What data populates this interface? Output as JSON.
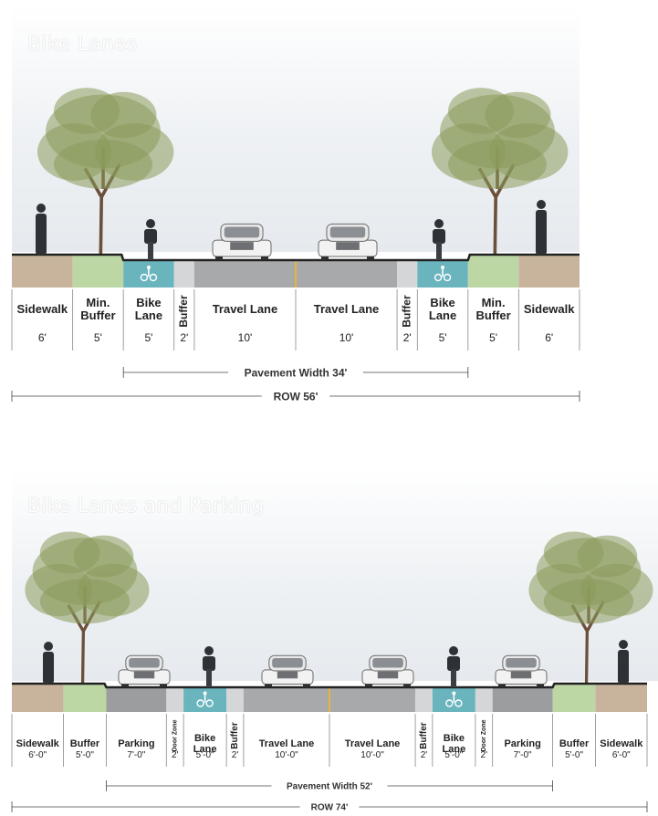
{
  "colors": {
    "sidewalk": "#c8b49c",
    "buffer": "#bcd7a4",
    "bike": "#6ab4bd",
    "stripe": "#d4d6d8",
    "travel": "#a8a9ab",
    "parking": "#9c9d9f",
    "curb_line": "#222222",
    "center_line": "#e9b43a"
  },
  "diagrams": [
    {
      "title": "Bike Lanes",
      "segments": [
        {
          "type": "sidewalk",
          "label": [
            "Sidewalk"
          ],
          "dim": "6'",
          "w": 6
        },
        {
          "type": "buffer",
          "label": [
            "Min.",
            "Buffer"
          ],
          "dim": "5'",
          "w": 5
        },
        {
          "type": "bike",
          "label": [
            "Bike",
            "Lane"
          ],
          "dim": "5'",
          "w": 5
        },
        {
          "type": "stripe",
          "label": [
            "Buffer"
          ],
          "vertical": true,
          "dim": "2'",
          "w": 2
        },
        {
          "type": "travel",
          "label": [
            "Travel Lane"
          ],
          "dim": "10'",
          "w": 10
        },
        {
          "type": "travel",
          "label": [
            "Travel Lane"
          ],
          "dim": "10'",
          "w": 10
        },
        {
          "type": "stripe",
          "label": [
            "Buffer"
          ],
          "vertical": true,
          "dim": "2'",
          "w": 2
        },
        {
          "type": "bike",
          "label": [
            "Bike",
            "Lane"
          ],
          "dim": "5'",
          "w": 5
        },
        {
          "type": "buffer",
          "label": [
            "Min.",
            "Buffer"
          ],
          "dim": "5'",
          "w": 5
        },
        {
          "type": "sidewalk",
          "label": [
            "Sidewalk"
          ],
          "dim": "6'",
          "w": 6
        }
      ],
      "pavement_label": "Pavement Width  34'",
      "row_label": "ROW  56'"
    },
    {
      "title": "Bike Lanes and Parking",
      "segments": [
        {
          "type": "sidewalk",
          "label": [
            "Sidewalk"
          ],
          "dim": "6'-0\"",
          "w": 6
        },
        {
          "type": "buffer",
          "label": [
            "Buffer"
          ],
          "dim": "5'-0\"",
          "w": 5
        },
        {
          "type": "parking",
          "label": [
            "Parking"
          ],
          "dim": "7'-0\"",
          "w": 7
        },
        {
          "type": "stripe",
          "label": [
            "Door Zone"
          ],
          "vertical": true,
          "small": true,
          "dim": "2'",
          "w": 2
        },
        {
          "type": "bike",
          "label": [
            "Bike",
            "Lane"
          ],
          "dim": "5'-0\"",
          "w": 5
        },
        {
          "type": "stripe",
          "label": [
            "Buffer"
          ],
          "vertical": true,
          "dim": "2'",
          "w": 2
        },
        {
          "type": "travel",
          "label": [
            "Travel Lane"
          ],
          "dim": "10'-0\"",
          "w": 10
        },
        {
          "type": "travel",
          "label": [
            "Travel Lane"
          ],
          "dim": "10'-0\"",
          "w": 10
        },
        {
          "type": "stripe",
          "label": [
            "Buffer"
          ],
          "vertical": true,
          "dim": "2'",
          "w": 2
        },
        {
          "type": "bike",
          "label": [
            "Bike",
            "Lane"
          ],
          "dim": "5'-0\"",
          "w": 5
        },
        {
          "type": "stripe",
          "label": [
            "Door Zone"
          ],
          "vertical": true,
          "small": true,
          "dim": "2'",
          "w": 2
        },
        {
          "type": "parking",
          "label": [
            "Parking"
          ],
          "dim": "7'-0\"",
          "w": 7
        },
        {
          "type": "buffer",
          "label": [
            "Buffer"
          ],
          "dim": "5'-0\"",
          "w": 5
        },
        {
          "type": "sidewalk",
          "label": [
            "Sidewalk"
          ],
          "dim": "6'-0\"",
          "w": 6
        }
      ],
      "pavement_label": "Pavement Width  52'",
      "row_label": "ROW  74'"
    }
  ]
}
